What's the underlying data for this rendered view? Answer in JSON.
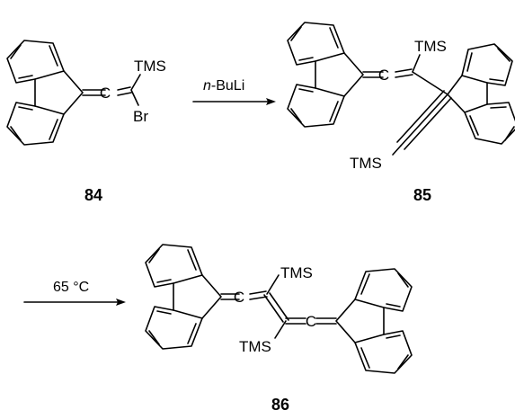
{
  "scheme": {
    "substituents": {
      "tms": "TMS",
      "br": "Br",
      "c": "C"
    },
    "reagents": {
      "step1_prefix": "n",
      "step1_suffix": "-BuLi",
      "step2": "65 °C"
    },
    "compounds": {
      "c84": "84",
      "c85": "85",
      "c86": "86"
    }
  }
}
